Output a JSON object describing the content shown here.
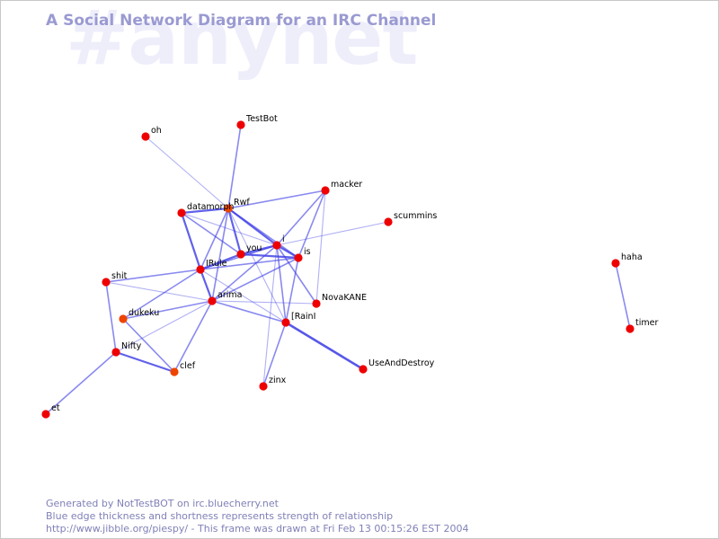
{
  "watermark": "#anynet",
  "title": "A Social Network Diagram for an IRC Channel",
  "footer": {
    "line1": "Generated by NotTestBOT on irc.bluecherry.net",
    "line2": "Blue edge thickness and shortness represents strength of relationship",
    "line3": "http://www.jibble.org/piespy/ - This frame was drawn at Fri Feb 13 00:15:26 EST 2004"
  },
  "colors": {
    "node": "#ee0000",
    "node_alt": "#ee4400",
    "edge": "#3a3ae6",
    "watermark": "#eeeefb",
    "title": "#9a9ad2",
    "footer": "#8080b8"
  },
  "nodes": [
    {
      "id": "oh",
      "label": "oh"
    },
    {
      "id": "TestBot",
      "label": "TestBot"
    },
    {
      "id": "macker",
      "label": "macker"
    },
    {
      "id": "Rwf",
      "label": "Rwf"
    },
    {
      "id": "datamorph",
      "label": "datamorph"
    },
    {
      "id": "scummins",
      "label": "scummins"
    },
    {
      "id": "i",
      "label": "i"
    },
    {
      "id": "you",
      "label": "you"
    },
    {
      "id": "is",
      "label": "is"
    },
    {
      "id": "IRule",
      "label": "IRule"
    },
    {
      "id": "shit",
      "label": "shit"
    },
    {
      "id": "arima",
      "label": "arima"
    },
    {
      "id": "NovaKANE",
      "label": "NovaKANE"
    },
    {
      "id": "dukeku",
      "label": "dukeku"
    },
    {
      "id": "IRainI",
      "label": "[RainI"
    },
    {
      "id": "Nifty",
      "label": "Nifty"
    },
    {
      "id": "clef",
      "label": "clef"
    },
    {
      "id": "UseAndDestroy",
      "label": "UseAndDestroy"
    },
    {
      "id": "zinx",
      "label": "zinx"
    },
    {
      "id": "et",
      "label": "et"
    },
    {
      "id": "haha",
      "label": "haha"
    },
    {
      "id": "timer",
      "label": "timer"
    }
  ],
  "edges": [
    {
      "from": "oh",
      "to": "Rwf"
    },
    {
      "from": "TestBot",
      "to": "Rwf"
    },
    {
      "from": "Rwf",
      "to": "macker"
    },
    {
      "from": "Rwf",
      "to": "i"
    },
    {
      "from": "Rwf",
      "to": "IRule"
    },
    {
      "from": "Rwf",
      "to": "arima"
    },
    {
      "from": "Rwf",
      "to": "you"
    },
    {
      "from": "Rwf",
      "to": "is"
    },
    {
      "from": "Rwf",
      "to": "IRainI"
    },
    {
      "from": "datamorph",
      "to": "Rwf"
    },
    {
      "from": "datamorph",
      "to": "you"
    },
    {
      "from": "datamorph",
      "to": "i"
    },
    {
      "from": "datamorph",
      "to": "IRule"
    },
    {
      "from": "macker",
      "to": "i"
    },
    {
      "from": "macker",
      "to": "is"
    },
    {
      "from": "macker",
      "to": "NovaKANE"
    },
    {
      "from": "scummins",
      "to": "i"
    },
    {
      "from": "i",
      "to": "you"
    },
    {
      "from": "i",
      "to": "is"
    },
    {
      "from": "i",
      "to": "IRule"
    },
    {
      "from": "i",
      "to": "arima"
    },
    {
      "from": "i",
      "to": "IRainI"
    },
    {
      "from": "i",
      "to": "NovaKANE"
    },
    {
      "from": "i",
      "to": "zinx"
    },
    {
      "from": "you",
      "to": "IRule"
    },
    {
      "from": "you",
      "to": "is"
    },
    {
      "from": "is",
      "to": "IRule"
    },
    {
      "from": "is",
      "to": "arima"
    },
    {
      "from": "is",
      "to": "IRainI"
    },
    {
      "from": "IRule",
      "to": "arima"
    },
    {
      "from": "IRule",
      "to": "IRainI"
    },
    {
      "from": "IRule",
      "to": "dukeku"
    },
    {
      "from": "shit",
      "to": "IRule"
    },
    {
      "from": "shit",
      "to": "arima"
    },
    {
      "from": "shit",
      "to": "Nifty"
    },
    {
      "from": "arima",
      "to": "NovaKANE"
    },
    {
      "from": "arima",
      "to": "IRainI"
    },
    {
      "from": "arima",
      "to": "Nifty"
    },
    {
      "from": "arima",
      "to": "clef"
    },
    {
      "from": "arima",
      "to": "dukeku"
    },
    {
      "from": "IRainI",
      "to": "UseAndDestroy"
    },
    {
      "from": "IRainI",
      "to": "zinx"
    },
    {
      "from": "dukeku",
      "to": "clef"
    },
    {
      "from": "Nifty",
      "to": "clef"
    },
    {
      "from": "Nifty",
      "to": "et"
    },
    {
      "from": "haha",
      "to": "timer"
    }
  ]
}
